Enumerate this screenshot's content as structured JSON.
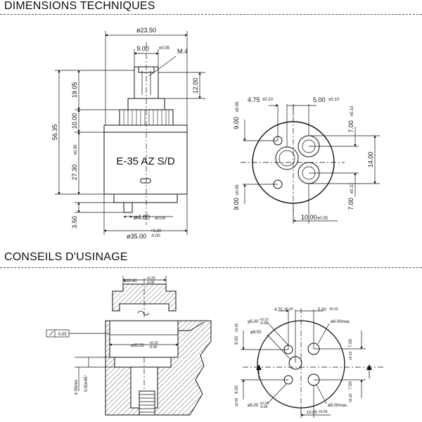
{
  "sections": {
    "technical_dimensions": "DIMENSIONS TECHNIQUES",
    "machining_advice": "CONSEILS D'USINAGE"
  },
  "cartridge": {
    "body_marking": "E-35 AZ S/D",
    "top_diameter": "ø23.50",
    "stem_width": "9.00",
    "stem_width_tol": "±0.05",
    "thread": "M.4",
    "stem_height": "12.00",
    "upper_height": "19.05",
    "overall_height": "56.35",
    "ring_height": "10.00",
    "body_height": "27.30",
    "body_height_tol": "±0.30",
    "base_height": "3.50",
    "pin_diameter": "ø4.80",
    "pin_diameter_tol": "±0.05",
    "body_diameter": "ø35.00",
    "body_diameter_tol_plus": "+0.20",
    "body_diameter_tol_minus": "-0.00"
  },
  "base_view": {
    "offset_left": "4.75",
    "offset_left_tol": "±0.10",
    "offset_right": "5.00",
    "offset_right_tol": "±0.10",
    "upper_left": "9.00",
    "upper_left_tol": "±0.05",
    "upper_right": "7.00",
    "upper_right_tol": "±0.10",
    "center_right": "14.00",
    "lower_left": "9.00",
    "lower_left_tol": "±0.05",
    "lower_right": "7.00",
    "lower_right_tol": "±0.10",
    "bottom": "10.00",
    "bottom_tol": "±0.05"
  },
  "machining_section": {
    "top_diameter": "ø33.80",
    "top_diameter_tol_plus": "+0.20",
    "top_diameter_tol_minus": "-0.00",
    "flatness": "0.05",
    "bore_diameter": "ø35.50",
    "bore_diameter_tol_plus": "+0.10",
    "bore_diameter_tol_minus": "-0.00",
    "depth_min": "4.00min.",
    "chamfer": "0.50x45°"
  },
  "machining_plan": {
    "offset_left": "4.75",
    "offset_left_tol": "±0.10",
    "offset_right": "5.00",
    "offset_right_tol": "±0.10",
    "hole_a": "φ5.00",
    "hole_a_tol_plus": "+0.10",
    "hole_a_tol_minus": "-0.05",
    "hole_b": "φ9.50",
    "hole_c": "ø8.00max.",
    "upper_left": "9.00",
    "upper_left_tol": "±0.05",
    "upper_right": "7.00",
    "upper_right_tol": "±0.10",
    "lower_left": "9.00",
    "lower_left_tol": "±0.05",
    "lower_right": "7.00",
    "lower_right_tol": "±0.10",
    "hole_d": "ø5.00",
    "hole_d_tol_plus": "+0.10",
    "hole_d_tol_minus": "-0.05",
    "hole_e": "ø8.00max.",
    "bottom": "10.00",
    "bottom_tol": "±0.05"
  }
}
